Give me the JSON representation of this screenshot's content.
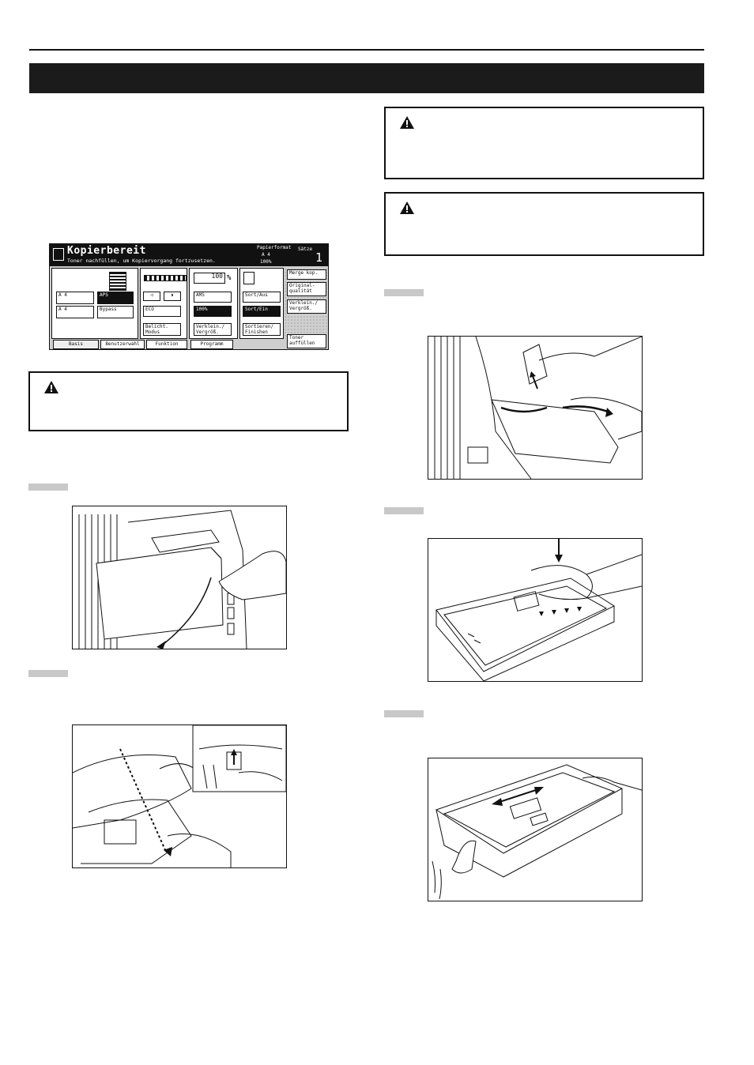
{
  "panel": {
    "title": "Kopierbereit",
    "message": "Toner nachfüllen, um Kopiervorgang fortzusetzen.",
    "paper_format_label": "Papierformat",
    "paper_format_value": "A 4",
    "zoom_value": "100%",
    "sets_label": "Sätze",
    "sets_count": "1",
    "drawer1_label": "A 4",
    "drawer2_label": "A 4",
    "paper_auto": "APS",
    "bypass": "Bypass",
    "eco": "ECO",
    "exposure_mode": "Belicht.\nModus",
    "zoom_display": "100",
    "zoom_unit": "%",
    "ams": "AMS",
    "zoom_100": "100%",
    "reduce_enlarge": "Verklein./\nVergröß.",
    "sort_off": "Sort/Aus",
    "sort_on": "Sort/Ein",
    "sort_finish": "Sortieren/\nFinishen",
    "merge_copy": "Merge kop.",
    "original_quality": "Original-\nqualität",
    "reduce_enlarge_side": "Verklein./\nVergröß.",
    "toner_refill": "Toner\nauffüllen",
    "tabs": [
      "Basis",
      "Benutzerwahl",
      "Funktion",
      "Programm"
    ]
  },
  "icons": {
    "warning": "warning-triangle-icon"
  },
  "colors": {
    "title_bar": "#1b1b1b",
    "step_bar": "#c8c8c8",
    "panel_bg": "#cfcfcf"
  }
}
